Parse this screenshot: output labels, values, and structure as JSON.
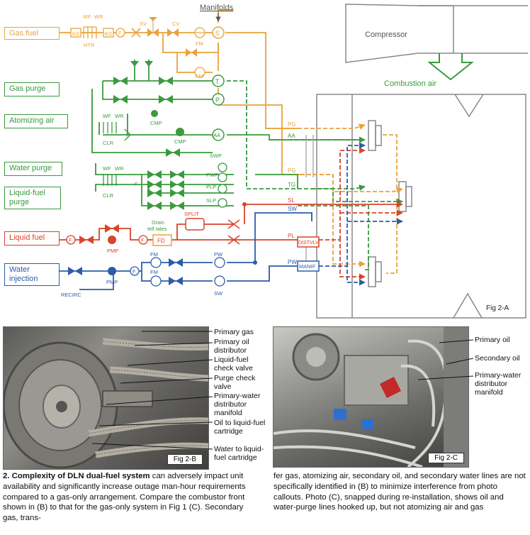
{
  "fig_a": {
    "label": "Fig 2-A",
    "systems": {
      "gas_fuel": "Gas fuel",
      "gas_purge": "Gas purge",
      "atomizing_air": "Atomizing air",
      "water_purge": "Water purge",
      "liquid_fuel_purge": "Liquid-fuel purge",
      "liquid_fuel": "Liquid fuel",
      "water_injection": "Water injection"
    },
    "labels": {
      "manifolds": "Manifolds",
      "compressor": "Compressor",
      "combustion_air": "Combustion air",
      "wf": "WF",
      "wr": "WR",
      "ko": "KO",
      "htr": "HTR",
      "f": "F",
      "sv": "SV",
      "cv": "CV",
      "fm": "FM",
      "s": "S",
      "t": "T",
      "p": "P",
      "aa": "AA",
      "cmp": "CMP",
      "clr": "CLR",
      "swp": "SWP",
      "pwp": "PWP",
      "plp": "PLP",
      "slp": "SLP",
      "drain": "Drain",
      "tell_tales": "tell tales",
      "split": "SPLIT",
      "pmp": "PMP",
      "fd": "FD",
      "pw": "PW",
      "sw": "SW",
      "recirc": "RECIRC",
      "pg": "PG",
      "tg": "TG",
      "sl": "SL",
      "pl": "PL",
      "distvlv": "DISTVLV",
      "manif": "MANIF"
    },
    "colors": {
      "gas": "#E8A33D",
      "green": "#3A9A3E",
      "liquid": "#D8442A",
      "water": "#2D5CA8",
      "gray": "#777777"
    }
  },
  "fig_b": {
    "label": "Fig 2-B",
    "callouts": [
      "Primary gas",
      "Primary oil distributor",
      "Liquid-fuel check valve",
      "Purge check valve",
      "Primary-water distributor manifold",
      "Oil to liquid-fuel cartridge",
      "Water to liquid-fuel cartridge"
    ]
  },
  "fig_c": {
    "label": "Fig 2-C",
    "callouts": [
      "Primary oil",
      "Secondary oil",
      "Primary-water distributor manifold"
    ]
  },
  "caption": {
    "number": "2. ",
    "bold": "Complexity of DLN dual-fuel system",
    "left_rest": " can adversely impact unit availability and significantly increase outage man-hour requirements compared to a gas-only arrangement. Compare the combustor front shown in (B) to that for the gas-only system in Fig 1 (C). Secondary gas, trans-",
    "right": "fer gas, atomizing air, secondary oil, and secondary water lines are not specifically identified in (B) to minimize interference from photo callouts. Photo (C), snapped during re-installation, shows oil and water-purge lines hooked up, but not atomizing air and gas"
  }
}
